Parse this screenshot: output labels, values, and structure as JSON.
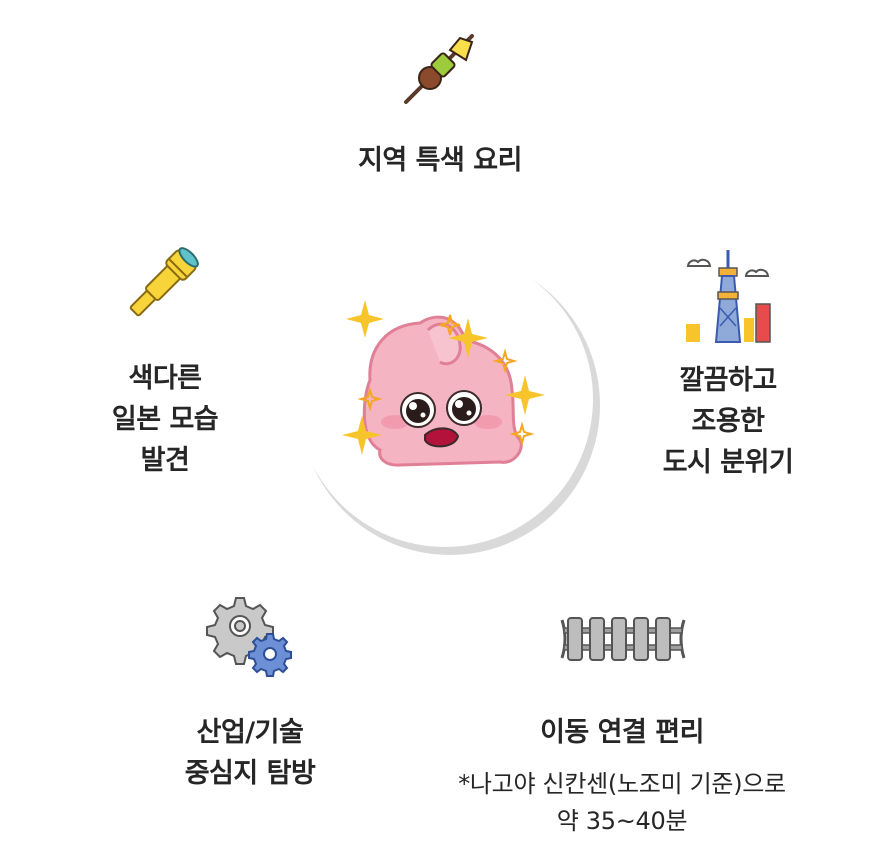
{
  "center": {
    "icon": "sparkle-blob-character"
  },
  "features": [
    {
      "id": "food",
      "icon": "skewer-icon",
      "lines": [
        "지역 특색 요리"
      ]
    },
    {
      "id": "city",
      "icon": "tower-city-icon",
      "lines": [
        "깔끔하고",
        "조용한",
        "도시 분위기"
      ]
    },
    {
      "id": "transit",
      "icon": "rail-track-icon",
      "lines": [
        "이동 연결 편리"
      ],
      "note": [
        "*나고야 신칸센(노조미 기준)으로",
        "약 35~40분"
      ]
    },
    {
      "id": "industry",
      "icon": "gears-icon",
      "lines": [
        "산업/기술",
        "중심지 탐방"
      ]
    },
    {
      "id": "scenery",
      "icon": "telescope-icon",
      "lines": [
        "색다른",
        "일본 모습",
        "발견"
      ]
    }
  ]
}
